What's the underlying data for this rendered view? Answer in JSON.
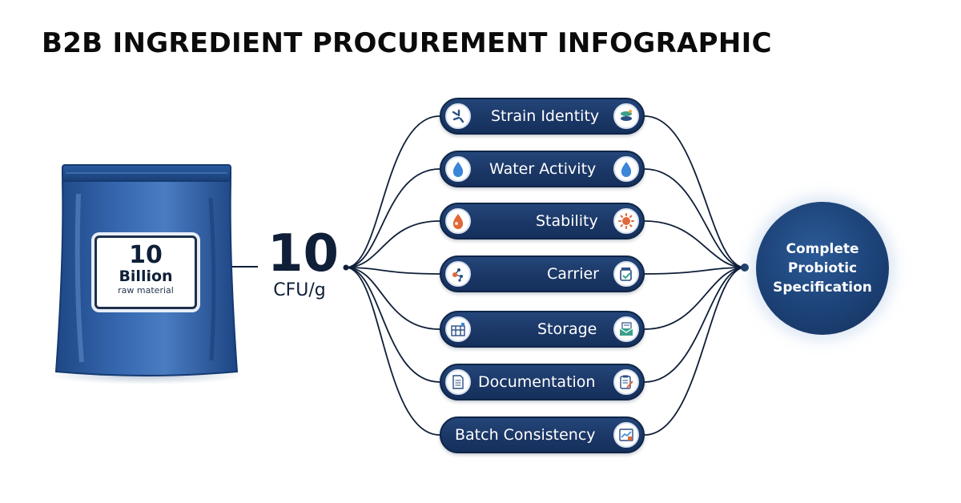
{
  "title": "B2B INGREDIENT PROCUREMENT INFOGRAPHIC",
  "bag": {
    "label_number": "10",
    "label_unit": "Billion",
    "label_sub": "raw material",
    "icon": "package-bag-icon"
  },
  "concentration": {
    "number": "10",
    "unit": "CFU/g"
  },
  "factors": [
    {
      "label": "Strain Identity",
      "icon_left": "bacteria-icon",
      "icon_right": "microbe-strain-icon"
    },
    {
      "label": "Water Activity",
      "icon_left": "water-drop-icon",
      "icon_right": "water-drop-icon"
    },
    {
      "label": "Stability",
      "icon_left": "flame-drop-icon",
      "icon_right": "sun-gear-icon"
    },
    {
      "label": "Carrier",
      "icon_left": "molecule-icon",
      "icon_right": "jar-check-icon"
    },
    {
      "label": "Storage",
      "icon_left": "warehouse-icon",
      "icon_right": "envelope-document-icon"
    },
    {
      "label": "Documentation",
      "icon_left": "document-icon",
      "icon_right": "clipboard-pen-icon"
    },
    {
      "label": "Batch Consistency",
      "icon_left": "",
      "icon_right": "batch-chart-icon"
    }
  ],
  "result": {
    "text": "Complete Probiotic Specification"
  },
  "colors": {
    "navy": "#1b3766",
    "bag_blue": "#2d5ea3",
    "line": "#0f1f38",
    "accent_blue": "#3a86d8",
    "accent_orange": "#e0683a",
    "accent_green": "#3aa08a"
  }
}
